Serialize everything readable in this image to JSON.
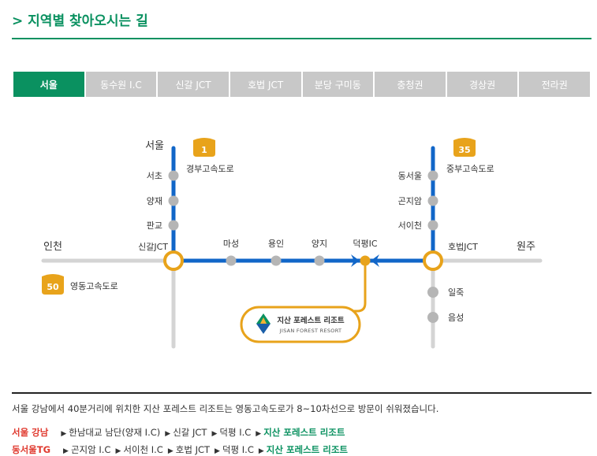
{
  "page": {
    "title": "> 지역별 찾아오시는 길"
  },
  "tabs": [
    {
      "label": "서울",
      "active": true
    },
    {
      "label": "동수원 I.C",
      "active": false
    },
    {
      "label": "신갈 JCT",
      "active": false
    },
    {
      "label": "호법 JCT",
      "active": false
    },
    {
      "label": "분당 구미동",
      "active": false
    },
    {
      "label": "충청권",
      "active": false
    },
    {
      "label": "경상권",
      "active": false
    },
    {
      "label": "전라권",
      "active": false
    }
  ],
  "map": {
    "labels": {
      "seoul": "서울",
      "seocho": "서초",
      "yangjae": "양재",
      "pangyo": "판교",
      "incheon": "인천",
      "singal_jct": "신갈JCT",
      "maseong": "마성",
      "yongin": "용인",
      "yangji": "양지",
      "deokpyeong_ic": "덕평IC",
      "dong_seoul": "동서울",
      "gonjiam": "곤지암",
      "seoicheon": "서이천",
      "hobeop_jct": "호법JCT",
      "wonju": "원주",
      "iljuk": "일죽",
      "eumseong": "음성"
    },
    "highways": [
      {
        "number": "1",
        "name": "경부고속도로"
      },
      {
        "number": "35",
        "name": "중부고속도로"
      },
      {
        "number": "50",
        "name": "영동고속도로"
      }
    ],
    "resort": {
      "name_ko": "지산 포레스트 리조트",
      "name_en": "JISAN FOREST RESORT"
    },
    "colors": {
      "route": "#1166c8",
      "road": "#d4d4d4",
      "station": "#b5b5b5",
      "junction": "#e8a31b",
      "shield": "#e8a31b"
    }
  },
  "description": "서울 강남에서 40분거리에 위치한 지산 포레스트 리조트는 영동고속도로가 8~10차선으로 방문이 쉬워졌습니다.",
  "routes": [
    {
      "label": "서울 강남",
      "steps": [
        "한남대교 남단(양재 I.C)",
        "신갈 JCT",
        "덕평 I.C"
      ],
      "destination": "지산 포레스트 리조트"
    },
    {
      "label": "동서울TG",
      "steps": [
        "곤지암 I.C",
        "서이천 I.C",
        "호법 JCT",
        "덕평 I.C"
      ],
      "destination": "지산 포레스트 리조트"
    }
  ]
}
